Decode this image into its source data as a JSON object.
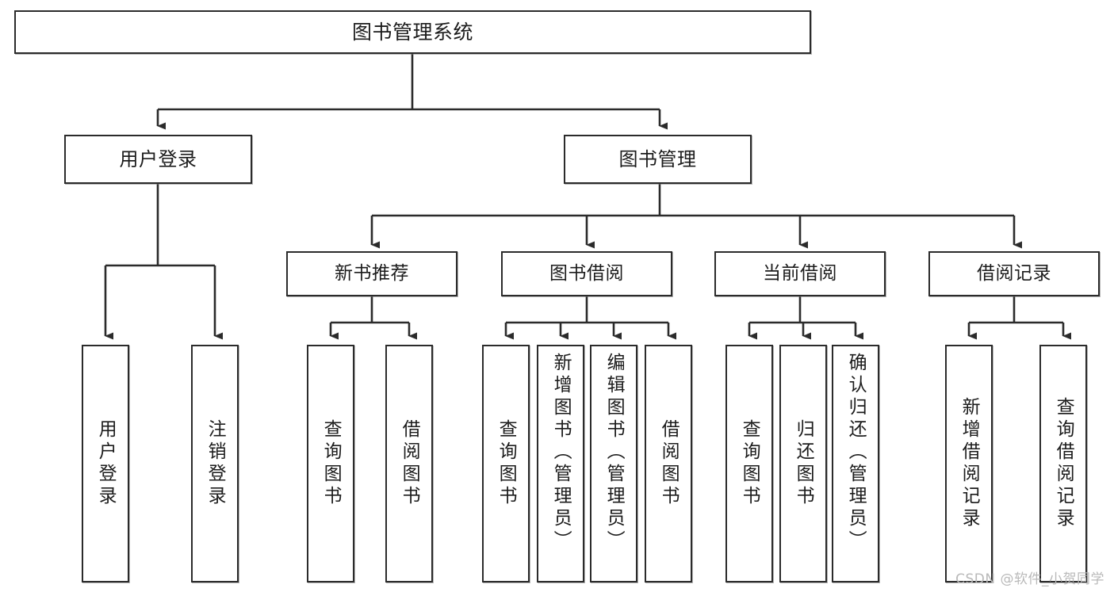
{
  "diagram": {
    "title": "图书管理系统",
    "type": "tree-hierarchy",
    "orientation": "top-down",
    "stroke_color": "#2b2b2b",
    "fill_color": "#ffffff",
    "text_color": "#1c1c1c"
  },
  "nodes": {
    "root": {
      "label": "图书管理系统"
    },
    "level1": [
      {
        "label": "用户登录"
      },
      {
        "label": "图书管理"
      }
    ],
    "level2": [
      {
        "label": "新书推荐"
      },
      {
        "label": "图书借阅"
      },
      {
        "label": "当前借阅"
      },
      {
        "label": "借阅记录"
      }
    ],
    "leaves": {
      "user_login": [
        {
          "label": "用户登录"
        },
        {
          "label": "注销登录"
        }
      ],
      "new_book": [
        {
          "label": "查询图书"
        },
        {
          "label": "借阅图书"
        }
      ],
      "book_borrow": [
        {
          "label": "查询图书"
        },
        {
          "label": "新增图书（管理员）"
        },
        {
          "label": "编辑图书（管理员）"
        },
        {
          "label": "借阅图书"
        }
      ],
      "current_borrow": [
        {
          "label": "查询图书"
        },
        {
          "label": "归还图书"
        },
        {
          "label": "确认归还（管理员）"
        }
      ],
      "borrow_record": [
        {
          "label": "新增借阅记录"
        },
        {
          "label": "查询借阅记录"
        }
      ]
    }
  },
  "watermark": {
    "text": "CSDN @软件_小贺同学"
  }
}
